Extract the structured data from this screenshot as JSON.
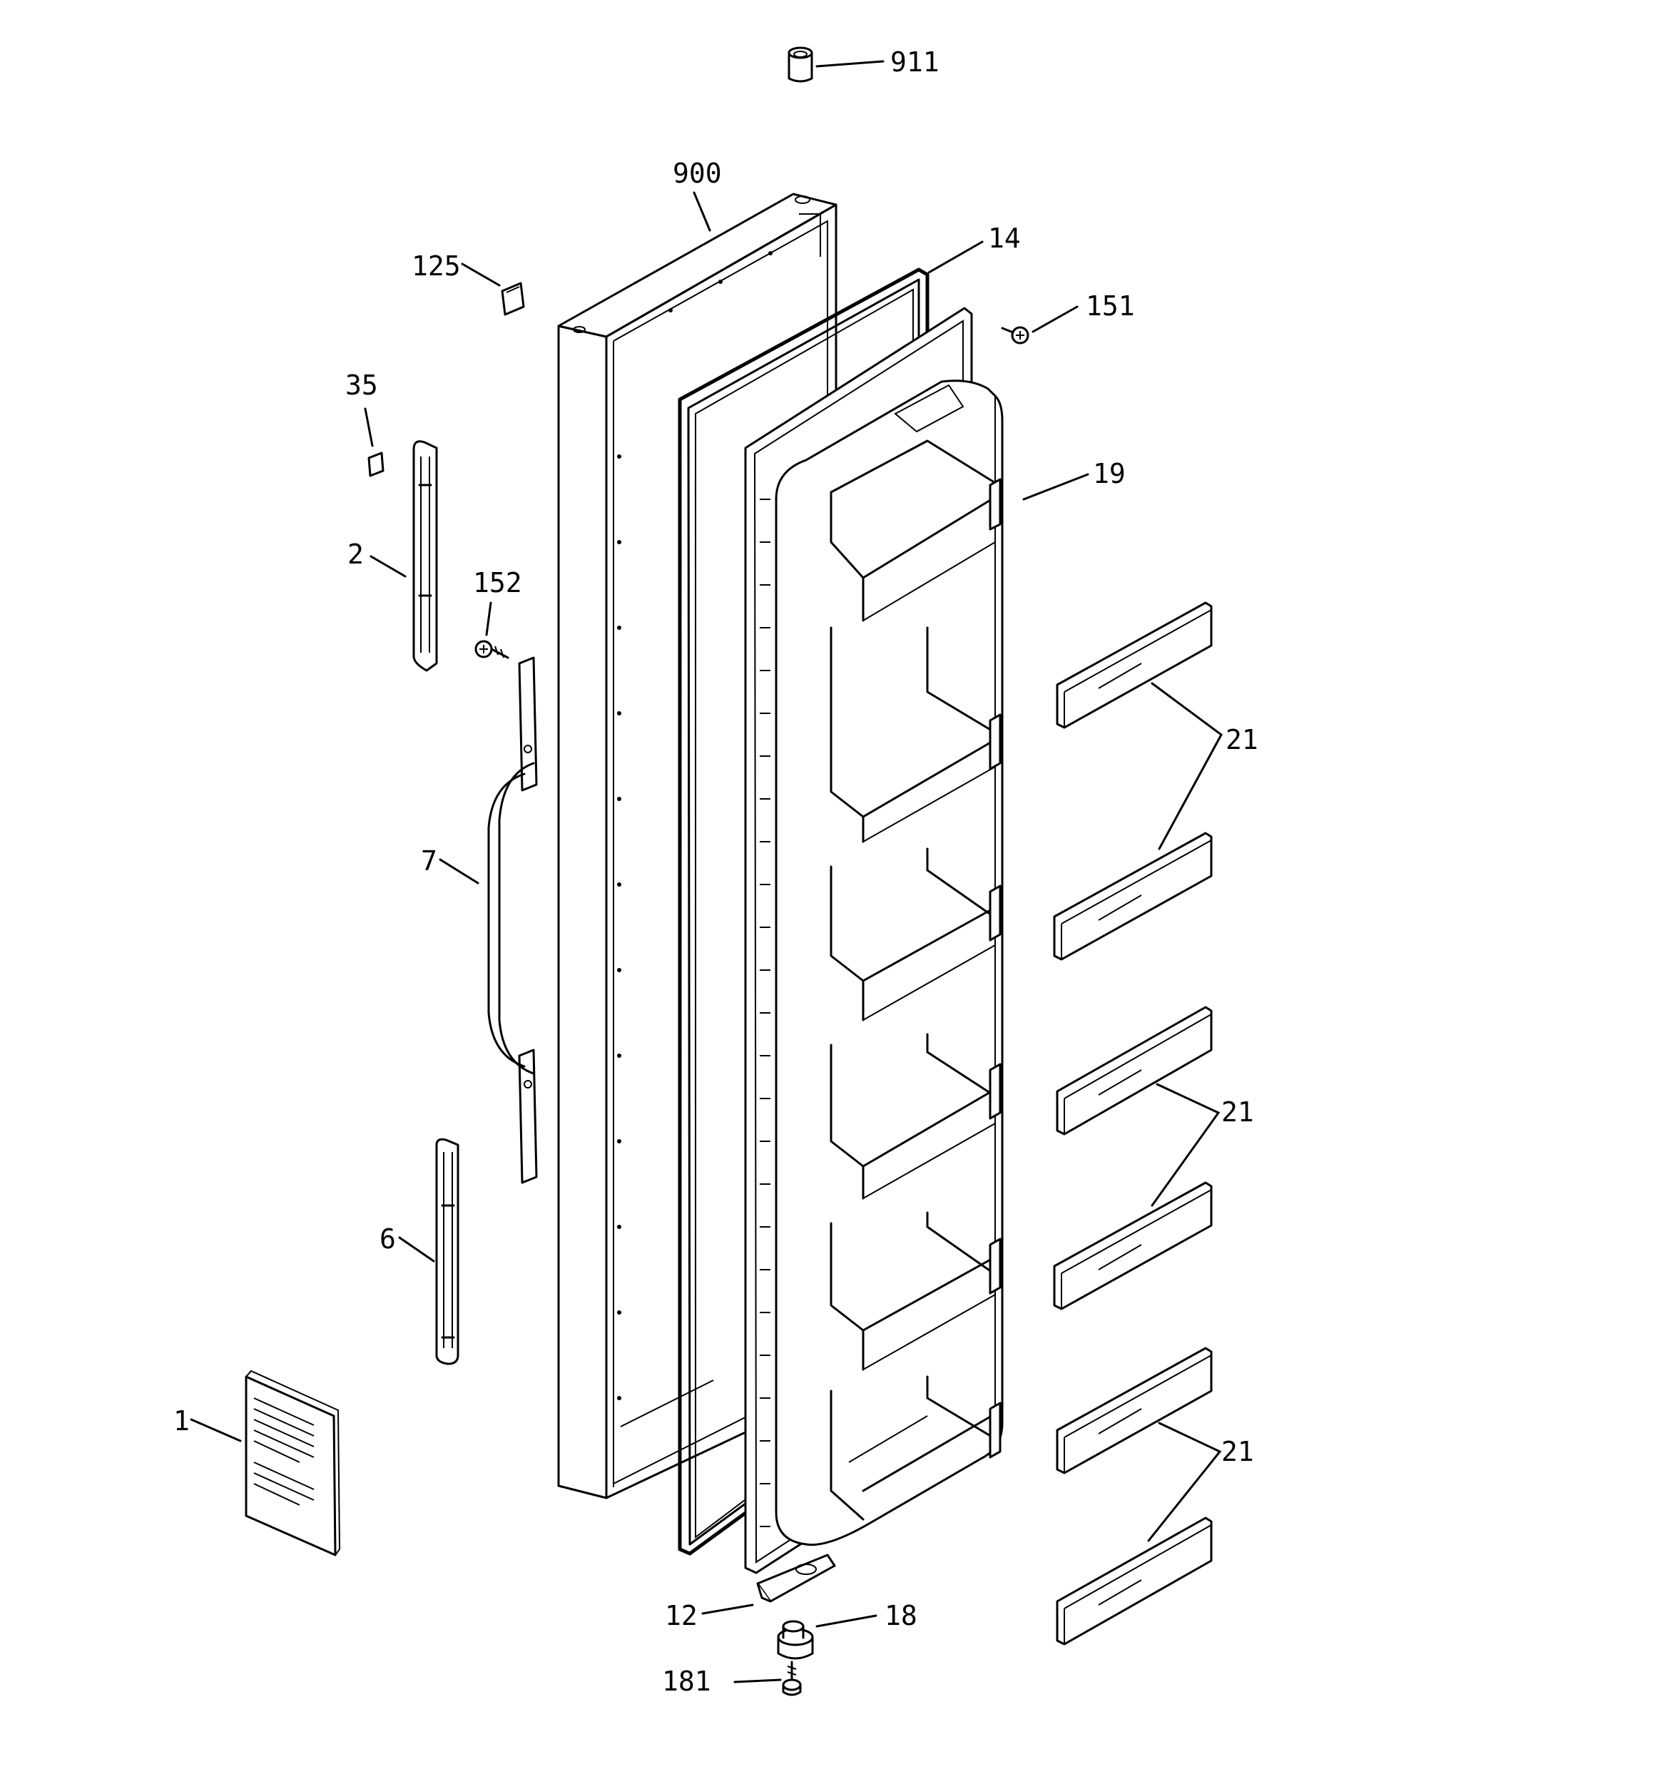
{
  "callouts": [
    {
      "id": "911",
      "text": "911"
    },
    {
      "id": "900",
      "text": "900"
    },
    {
      "id": "14",
      "text": "14"
    },
    {
      "id": "125",
      "text": "125"
    },
    {
      "id": "151",
      "text": "151"
    },
    {
      "id": "35",
      "text": "35"
    },
    {
      "id": "19",
      "text": "19"
    },
    {
      "id": "2",
      "text": "2"
    },
    {
      "id": "152",
      "text": "152"
    },
    {
      "id": "21a",
      "text": "21"
    },
    {
      "id": "7",
      "text": "7"
    },
    {
      "id": "21b",
      "text": "21"
    },
    {
      "id": "6",
      "text": "6"
    },
    {
      "id": "21c",
      "text": "21"
    },
    {
      "id": "1",
      "text": "1"
    },
    {
      "id": "12",
      "text": "12"
    },
    {
      "id": "18",
      "text": "18"
    },
    {
      "id": "181",
      "text": "181"
    }
  ]
}
